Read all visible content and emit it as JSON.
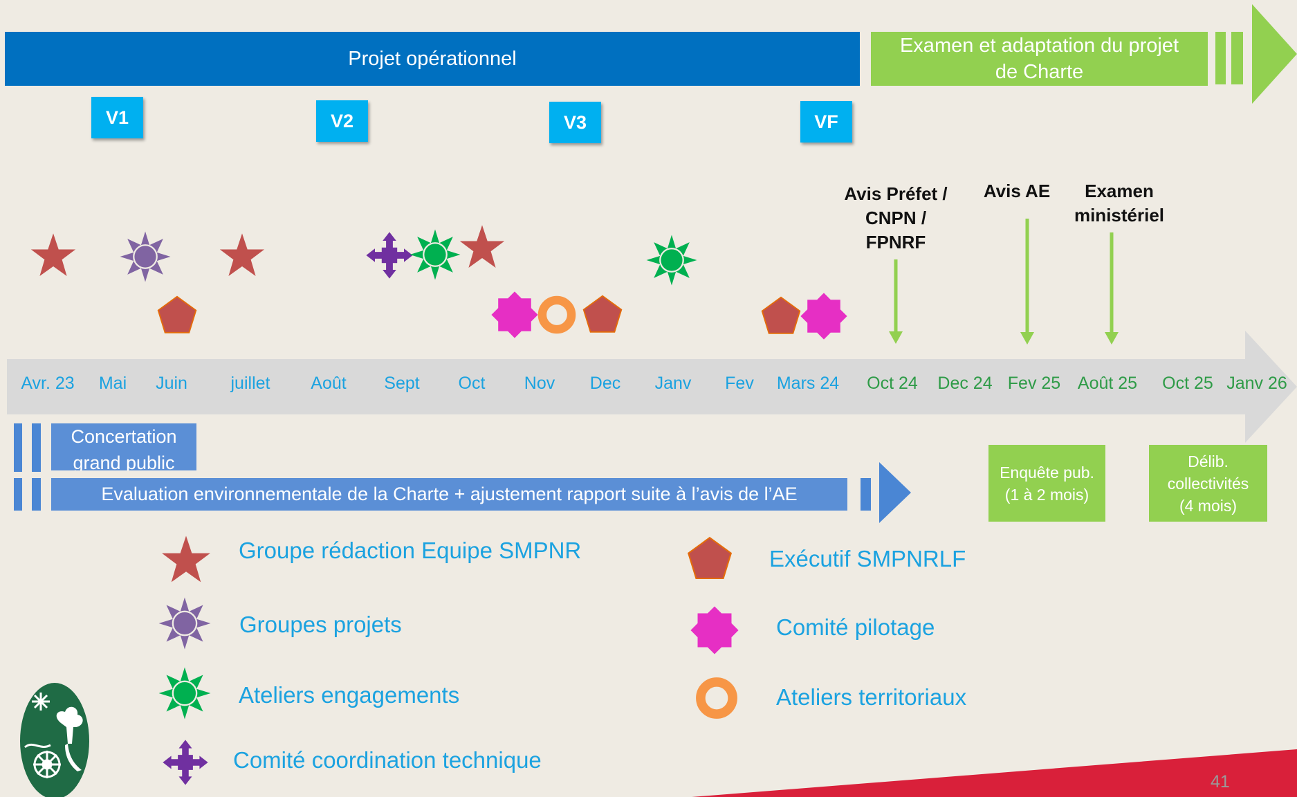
{
  "top_bands": {
    "projet": "Projet opérationnel",
    "examen": "Examen et adaptation du projet de Charte"
  },
  "versions": [
    "V1",
    "V2",
    "V3",
    "VF"
  ],
  "months": [
    {
      "label": "Avr. 23",
      "color": "blue"
    },
    {
      "label": "Mai",
      "color": "blue"
    },
    {
      "label": "Juin",
      "color": "blue"
    },
    {
      "label": "juillet",
      "color": "blue"
    },
    {
      "label": "Août",
      "color": "blue"
    },
    {
      "label": "Sept",
      "color": "blue"
    },
    {
      "label": "Oct",
      "color": "blue"
    },
    {
      "label": "Nov",
      "color": "blue"
    },
    {
      "label": "Dec",
      "color": "blue"
    },
    {
      "label": "Janv",
      "color": "blue"
    },
    {
      "label": "Fev",
      "color": "blue"
    },
    {
      "label": "Mars 24",
      "color": "blue"
    },
    {
      "label": "Oct 24",
      "color": "green"
    },
    {
      "label": "Dec 24",
      "color": "green"
    },
    {
      "label": "Fev 25",
      "color": "green"
    },
    {
      "label": "Août 25",
      "color": "green"
    },
    {
      "label": "Oct 25",
      "color": "green"
    },
    {
      "label": "Janv 26",
      "color": "green"
    }
  ],
  "milestones": {
    "avis_prefet": "Avis Préfet / CNPN / FPNRF",
    "avis_ae": "Avis AE",
    "examen": "Examen ministériel"
  },
  "bars": {
    "concertation": "Concertation grand public",
    "evaluation": "Evaluation environnementale de la Charte + ajustement rapport suite à l’avis de l’AE",
    "enquete": "Enquête pub. (1 à 2 mois)",
    "delib": "Délib. collectivités (4 mois)"
  },
  "legend": {
    "groupe_redaction": "Groupe rédaction Equipe SMPNR",
    "groupes_projets": "Groupes projets",
    "ateliers_engagements": "Ateliers engagements",
    "comite_coordination": "Comité coordination technique",
    "executif": "Exécutif SMPNRLF",
    "comite_pilotage": "Comité pilotage",
    "ateliers_territoriaux": "Ateliers territoriaux"
  },
  "page_number": "41",
  "colors": {
    "background": "#efebe3",
    "blue_band": "#0070c0",
    "green_band": "#92d050",
    "version_box": "#00b0f0",
    "star": "#c0504d",
    "groupes_projets": "#8064a2",
    "ateliers_engagements": "#00b050",
    "comite_coordination": "#7030a0",
    "executif": "#c0504d",
    "comite_pilotage": "#e62fc4",
    "ateliers_territoriaux": "#f79646",
    "footer_red": "#d9203a",
    "logo_green": "#1f6b45"
  },
  "icons": [
    "star-icon",
    "sun-icon",
    "pentagon-icon",
    "burst-icon",
    "ring-icon",
    "cross-arrows-icon",
    "down-arrow-icon",
    "right-arrow-icon",
    "park-logo"
  ]
}
